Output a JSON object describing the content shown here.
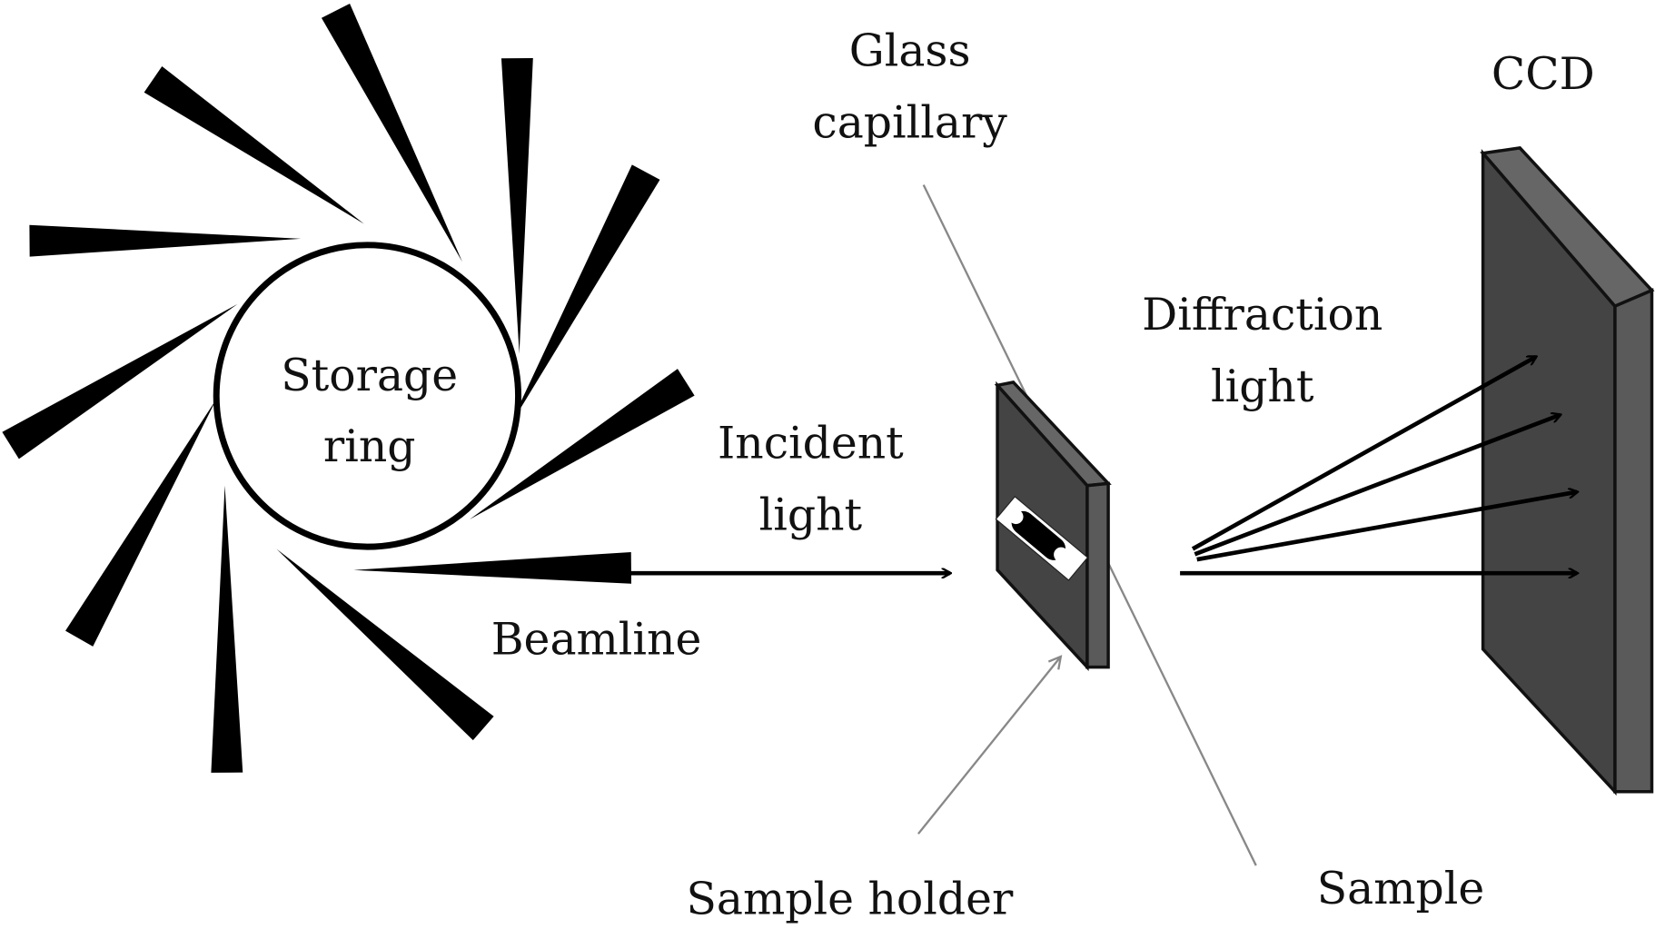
{
  "labels": {
    "glass_capillary": [
      "Glass",
      "capillary"
    ],
    "ccd": "CCD",
    "storage_ring": [
      "Storage",
      "ring"
    ],
    "incident_light": [
      "Incident",
      "light"
    ],
    "diffraction_light": [
      "Diffraction",
      "light"
    ],
    "beamline": "Beamline",
    "sample_holder": "Sample holder",
    "sample": "Sample"
  },
  "colors": {
    "ink": "#000000",
    "panel_front": "#444444",
    "panel_side": "#666666",
    "pointer": "#888888"
  }
}
